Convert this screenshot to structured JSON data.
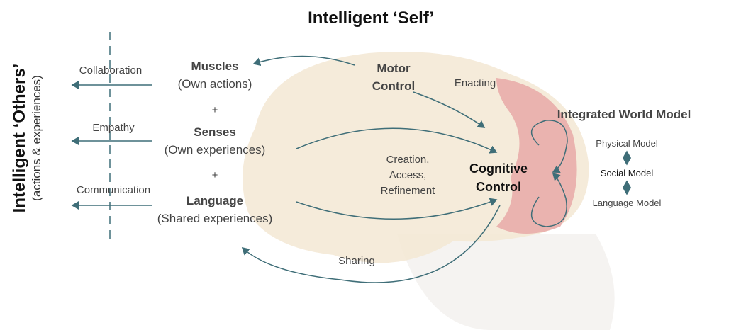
{
  "title": "Intelligent ‘Self’",
  "others": {
    "title": "Intelligent ‘Others’",
    "subtitle": "(actions & experiences)"
  },
  "social": {
    "collaboration": "Collaboration",
    "empathy": "Empathy",
    "communication": "Communication"
  },
  "inputs": {
    "muscles": "Muscles",
    "muscles_sub": "(Own actions)",
    "plus1": "+",
    "senses": "Senses",
    "senses_sub": "(Own experiences)",
    "plus2": "+",
    "language": "Language",
    "language_sub": "(Shared experiences)"
  },
  "motor": {
    "line1": "Motor",
    "line2": "Control"
  },
  "enacting": "Enacting",
  "process": {
    "line1": "Creation,",
    "line2": "Access,",
    "line3": "Refinement"
  },
  "cognitive": {
    "line1": "Cognitive",
    "line2": "Control"
  },
  "sharing": "Sharing",
  "world_model": {
    "title": "Integrated World Model",
    "physical": "Physical Model",
    "social": "Social Model",
    "language": "Language Model"
  },
  "colors": {
    "arrow": "#3f6e78",
    "brain": "#f3e8d3",
    "frontal": "#e7a9a7"
  }
}
